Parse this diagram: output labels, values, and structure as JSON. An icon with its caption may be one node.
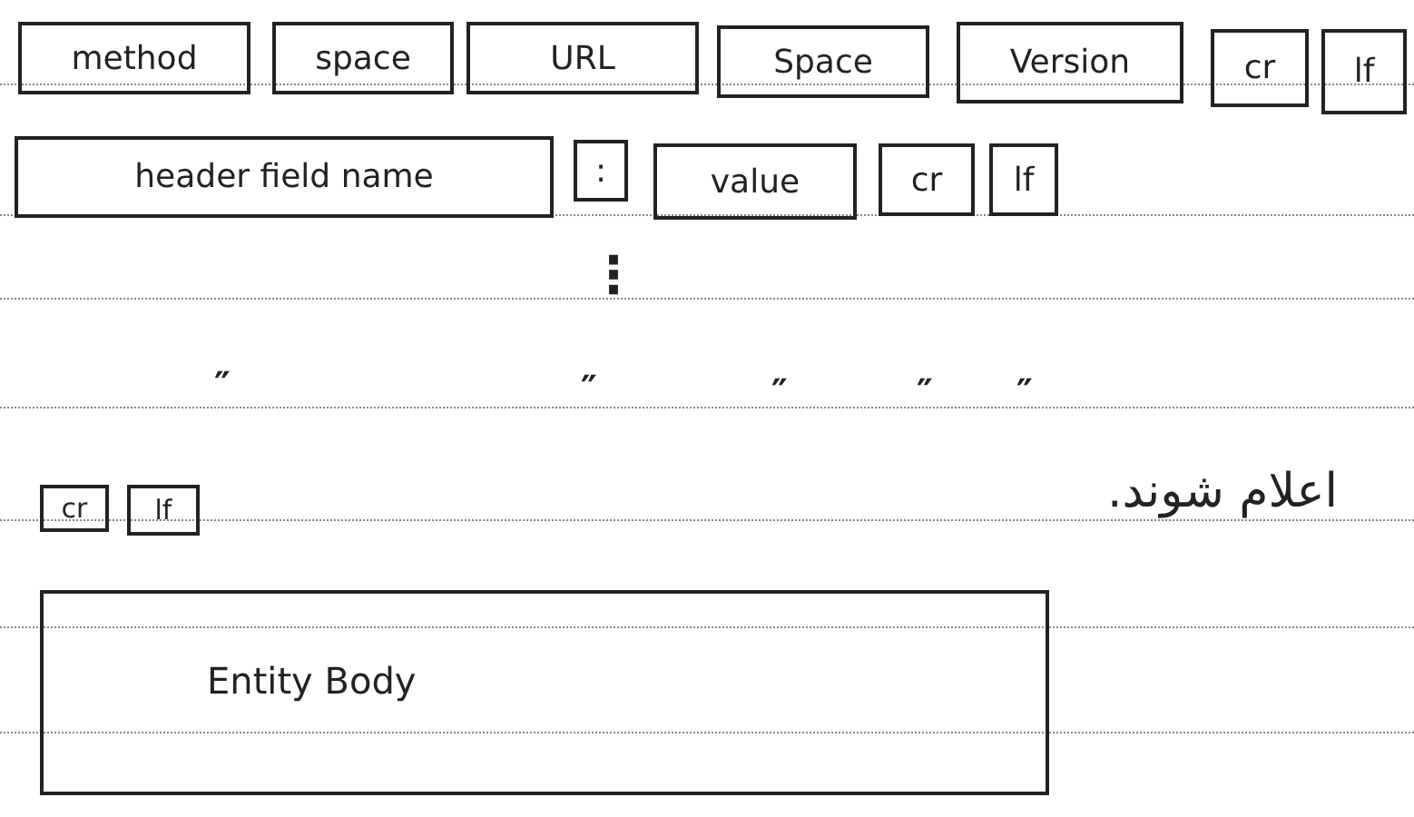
{
  "diagram": {
    "nodes": [
      {
        "text": [
          "method"
        ]
      },
      {
        "text": [
          "space"
        ]
      },
      {
        "text": [
          "URL"
        ]
      },
      {
        "text": [
          "Space"
        ]
      },
      {
        "text": [
          "Version"
        ]
      },
      {
        "text": [
          "cr"
        ]
      },
      {
        "text": [
          "lf"
        ]
      },
      {
        "text": [
          "header field name"
        ]
      },
      {
        "text": [
          ":"
        ]
      },
      {
        "text": [
          "value"
        ]
      },
      {
        "text": [
          "cr"
        ]
      },
      {
        "text": [
          "lf"
        ]
      },
      {
        "text": [
          "cr"
        ]
      },
      {
        "text": [
          "lf"
        ]
      },
      {
        "text": [
          "Entity Body"
        ]
      }
    ],
    "labels": [
      "⋮",
      "″",
      "″",
      "″",
      "″",
      "″",
      "اعلام شوند."
    ]
  }
}
